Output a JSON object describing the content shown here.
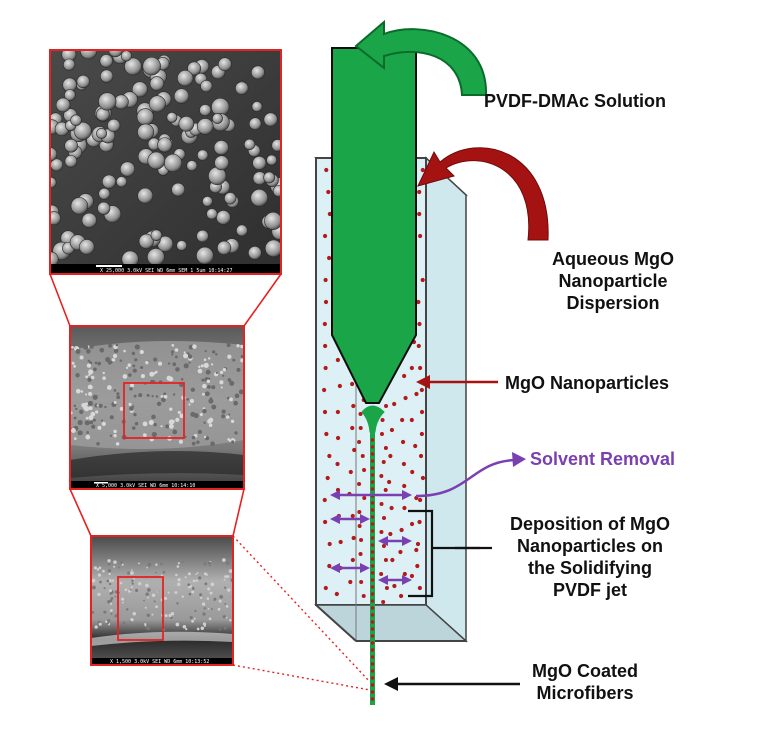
{
  "labels": {
    "solution": "PVDF-DMAc Solution",
    "dispersion": [
      "Aqueous MgO",
      "Nanoparticle",
      "Dispersion"
    ],
    "nanoparticles": "MgO Nanoparticles",
    "solvent_removal": "Solvent Removal",
    "deposition": [
      "Deposition of MgO",
      "Nanoparticles on",
      "the Solidifying",
      "PVDF jet"
    ],
    "coated": [
      "MgO Coated",
      "Microfibers"
    ]
  },
  "sem_images": [
    {
      "name": "high-magnification",
      "meta": "X 25,000   3.0kV  SEI        WD 6mm   SEM 1 5um   10:14:27"
    },
    {
      "name": "medium-magnification",
      "meta": "X 5,000   3.0kV  SEI   WD 6mm   10:14:10"
    },
    {
      "name": "low-magnification",
      "meta": "X 1,500   3.0kV  SEI   WD 6mm   10:13:52"
    }
  ],
  "colors": {
    "jet_green": "#1aa548",
    "arrow_dark_green": "#0a6b2b",
    "particle_red": "#b31b1b",
    "arrow_red": "#a51212",
    "solvent_purple": "#7a3fb0",
    "tank_fill": "#dcf0f5",
    "zoom_red": "#e52222",
    "text": "#111111"
  },
  "icons": [
    "curved-arrow-icon",
    "purple-double-arrow-icon",
    "brace-icon"
  ]
}
